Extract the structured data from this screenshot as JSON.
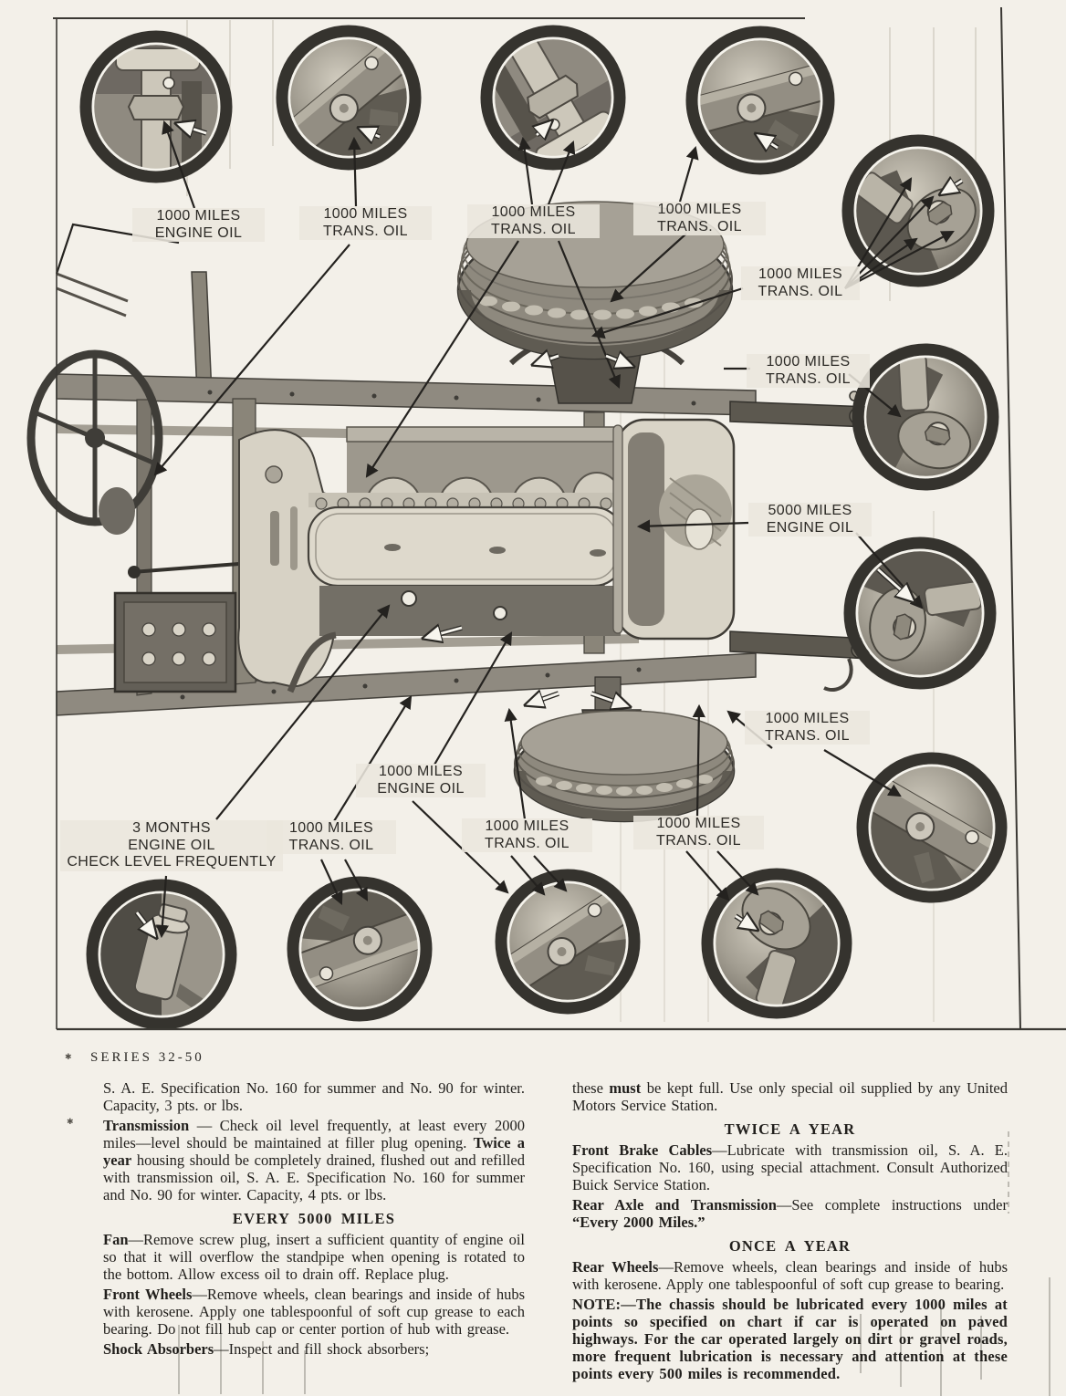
{
  "page": {
    "series_marker": "✱",
    "series_label": "SERIES 32-50",
    "margin_marker": "✱",
    "paper_color": "#f3f0e9",
    "ink_color": "#24221f"
  },
  "diagram": {
    "callouts": [
      {
        "lines": [
          "1000 MILES",
          "ENGINE OIL"
        ]
      },
      {
        "lines": [
          "1000 MILES",
          "TRANS. OIL"
        ]
      },
      {
        "lines": [
          "1000 MILES",
          "TRANS. OIL"
        ]
      },
      {
        "lines": [
          "1000 MILES",
          "TRANS. OIL"
        ]
      },
      {
        "lines": [
          "1000 MILES",
          "TRANS. OIL"
        ]
      },
      {
        "lines": [
          "1000 MILES",
          "TRANS. OIL"
        ]
      },
      {
        "lines": [
          "5000 MILES",
          "ENGINE OIL"
        ]
      },
      {
        "lines": [
          "1000 MILES",
          "TRANS. OIL"
        ]
      },
      {
        "lines": [
          "1000 MILES",
          "ENGINE OIL"
        ]
      },
      {
        "lines": [
          "3 MONTHS",
          "ENGINE OIL",
          "CHECK LEVEL FREQUENTLY"
        ]
      },
      {
        "lines": [
          "1000 MILES",
          "TRANS. OIL"
        ]
      },
      {
        "lines": [
          "1000 MILES",
          "TRANS. OIL"
        ]
      },
      {
        "lines": [
          "1000 MILES",
          "TRANS. OIL"
        ]
      }
    ]
  },
  "columns": {
    "left": [
      {
        "segments": [
          {
            "t": "S. A. E. Specification No. 160 for summer and No. 90 for winter.  Capacity, 3 pts. or lbs."
          }
        ]
      },
      {
        "segments": [
          {
            "b": true,
            "t": "Transmission"
          },
          {
            "t": " — Check oil level frequently, at least every 2000 miles—level should be maintained at filler plug opening.  "
          },
          {
            "b": true,
            "t": "Twice a year"
          },
          {
            "t": " housing should be completely drained, flushed out and refilled with transmission oil, S. A. E. Specification No. 160 for summer and No. 90 for winter.  Capacity, 4 pts. or lbs."
          }
        ]
      },
      {
        "text": "EVERY 5000 MILES"
      },
      {
        "segments": [
          {
            "b": true,
            "t": "Fan"
          },
          {
            "t": "—Remove screw plug, insert a sufficient quantity of engine oil so that it will overflow the standpipe when opening is rotated to the bottom.  Allow excess oil to drain off.  Replace plug."
          }
        ]
      },
      {
        "segments": [
          {
            "b": true,
            "t": "Front Wheels"
          },
          {
            "t": "—Remove wheels, clean bearings and inside of hubs with kerosene.  Apply one tablespoonful of soft cup grease to each bearing.  Do not fill hub cap or center portion of hub with grease."
          }
        ]
      },
      {
        "segments": [
          {
            "b": true,
            "t": "Shock Absorbers"
          },
          {
            "t": "—Inspect and fill shock absorbers;"
          }
        ]
      }
    ],
    "right": [
      {
        "segments": [
          {
            "t": "these "
          },
          {
            "b": true,
            "t": "must"
          },
          {
            "t": " be kept full.  Use only special oil supplied by any United Motors Service Station."
          }
        ]
      },
      {
        "text": "TWICE A YEAR"
      },
      {
        "segments": [
          {
            "b": true,
            "t": "Front Brake Cables"
          },
          {
            "t": "—Lubricate with transmission oil, S. A. E. Specification No. 160, using special attachment.  Consult Authorized Buick Service Station."
          }
        ]
      },
      {
        "segments": [
          {
            "b": true,
            "t": "Rear Axle and Transmission"
          },
          {
            "t": "—See complete instructions under "
          },
          {
            "b": true,
            "t": "“Every 2000 Miles.”"
          }
        ]
      },
      {
        "text": "ONCE A YEAR"
      },
      {
        "segments": [
          {
            "b": true,
            "t": "Rear Wheels"
          },
          {
            "t": "—Remove wheels, clean bearings and inside of hubs with kerosene.  Apply one tablespoonful of soft cup grease to bearing."
          }
        ]
      },
      {
        "segments": [
          {
            "b": true,
            "t": "NOTE:—The chassis should be lubricated every 1000 miles at points so specified on chart if car is operated on paved highways.  For the car operated largely on dirt or gravel roads, more frequent lubrication is necessary and attention at these points every 500 miles is recommended."
          }
        ]
      }
    ]
  }
}
